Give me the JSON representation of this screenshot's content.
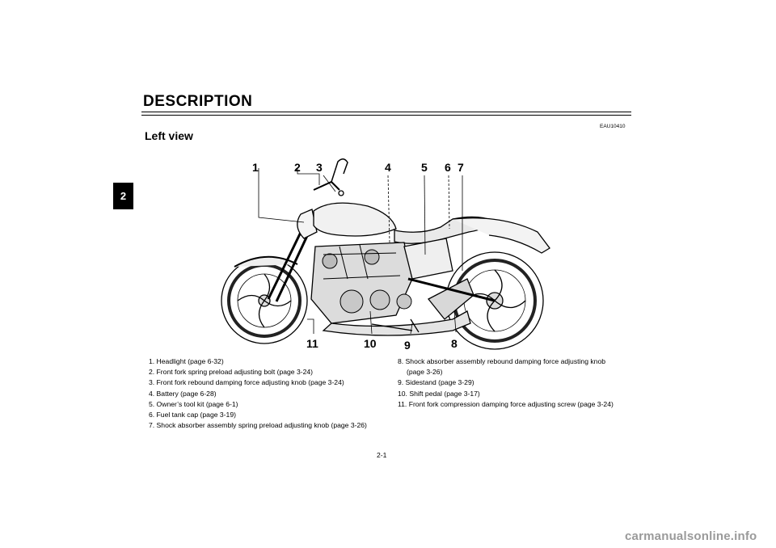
{
  "header": {
    "section_title": "DESCRIPTION",
    "reference_code": "EAU10410",
    "view_title": "Left view"
  },
  "chapter_tab": "2",
  "figure": {
    "callouts": [
      "1",
      "2",
      "3",
      "4",
      "5",
      "6",
      "7",
      "8",
      "9",
      "10",
      "11"
    ],
    "icon": "motorcycle-left-view-illustration"
  },
  "legend": {
    "left": [
      "1. Headlight (page 6-32)",
      "2. Front fork spring preload adjusting bolt (page 3-24)",
      "3. Front fork rebound damping force adjusting knob (page 3-24)",
      "4. Battery (page 6-28)",
      "5. Owner’s tool kit (page 6-1)",
      "6. Fuel tank cap (page 3-19)",
      "7. Shock absorber assembly spring preload adjusting knob (page 3-26)"
    ],
    "right": [
      "8. Shock absorber assembly rebound damping force adjusting knob",
      "(page 3-26)",
      "9. Sidestand (page 3-29)",
      "10. Shift pedal (page 3-17)",
      "11. Front fork compression damping force adjusting screw (page 3-24)"
    ]
  },
  "footer": {
    "page_number": "2-1",
    "watermark": "carmanualsonline.info"
  }
}
